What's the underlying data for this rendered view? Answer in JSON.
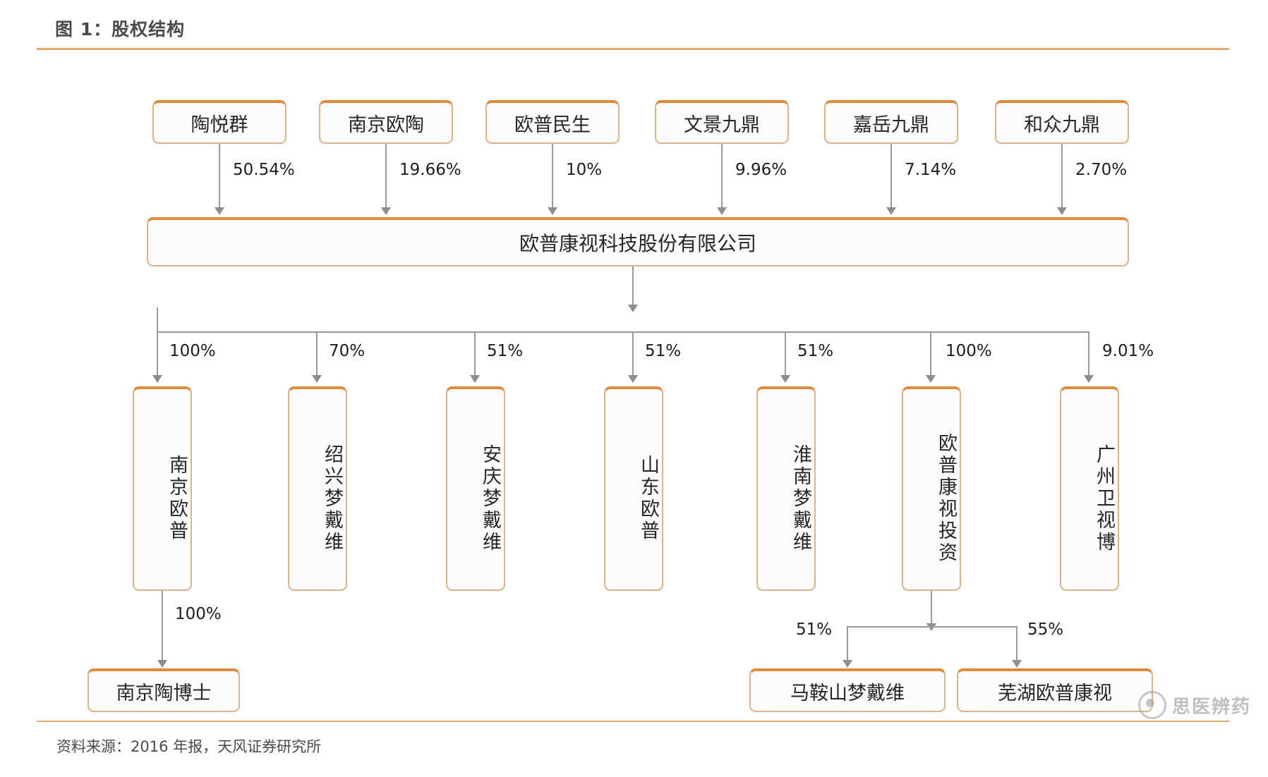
{
  "figure": {
    "title": "图 1：股权结构",
    "source": "资料来源：2016 年报，天风证券研究所",
    "watermark": "思医辨药",
    "accent_color": "#e08a3c",
    "border_color": "#d9b48a",
    "line_color": "#9a9a9a"
  },
  "chart_data": {
    "type": "diagram",
    "title": "图 1：股权结构",
    "diagram_kind": "ownership-structure-tree",
    "levels": [
      {
        "name": "shareholders",
        "nodes": [
          {
            "label": "陶悦群",
            "stake": "50.54%"
          },
          {
            "label": "南京欧陶",
            "stake": "19.66%"
          },
          {
            "label": "欧普民生",
            "stake": "10%"
          },
          {
            "label": "文景九鼎",
            "stake": "9.96%"
          },
          {
            "label": "嘉岳九鼎",
            "stake": "7.14%"
          },
          {
            "label": "和众九鼎",
            "stake": "2.70%"
          }
        ]
      },
      {
        "name": "company",
        "nodes": [
          {
            "label": "欧普康视科技股份有限公司"
          }
        ]
      },
      {
        "name": "subsidiaries",
        "nodes": [
          {
            "label": "南京欧普",
            "stake": "100%"
          },
          {
            "label": "绍兴梦戴维",
            "stake": "70%"
          },
          {
            "label": "安庆梦戴维",
            "stake": "51%"
          },
          {
            "label": "山东欧普",
            "stake": "51%"
          },
          {
            "label": "淮南梦戴维",
            "stake": "51%"
          },
          {
            "label": "欧普康视投资",
            "stake": "100%"
          },
          {
            "label": "广州卫视博",
            "stake": "9.01%"
          }
        ]
      },
      {
        "name": "sub-subsidiaries",
        "nodes": [
          {
            "label": "南京陶博士",
            "stake": "100%",
            "parent": "南京欧普"
          },
          {
            "label": "马鞍山梦戴维",
            "stake": "51%",
            "parent": "欧普康视投资"
          },
          {
            "label": "芜湖欧普康视",
            "stake": "55%",
            "parent": "欧普康视投资"
          }
        ]
      }
    ]
  }
}
